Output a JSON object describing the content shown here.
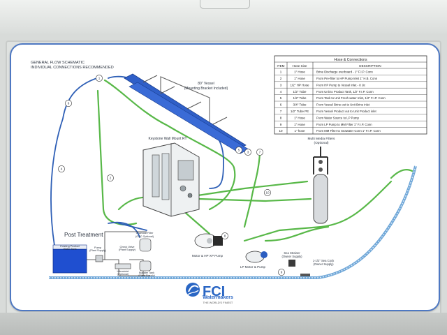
{
  "schematic": {
    "heading_line1": "GENERAL FLOW SCHEMATIC",
    "heading_line2": "INDIVIDUAL CONNECTIONS RECOMMENDED",
    "vessel_label_line1": "80\" Vessel",
    "vessel_label_line2": "(Mounting Bracket Included)",
    "keystone_label": "Keystone Wall Mount RT",
    "media_label_line1": "Multi Media Filters",
    "media_label_line2": "(Optional)",
    "post_treatment": "Post Treatment",
    "product_tank_line1": "Existing Product",
    "product_tank_line2": "Water Tank",
    "pump_label_line1": "Pump",
    "pump_label_line2": "(Plant Supply)",
    "charcoal_line1": "Charcoal Filter",
    "charcoal_line2": "(GAC Optional)",
    "check_valve_line1": "Check Valve",
    "check_valve_line2": "(Plant Supply)",
    "ultraviolet_line1": "Ultraviolet",
    "ultraviolet_line2": "(Optional)",
    "bladder_line1": "Bladder Tank",
    "bladder_line2": "(Plant Supply)",
    "motor_hp": "Motor & HP XP Pump",
    "lp_motor": "LP Motor & Pump",
    "sea_strainer_line1": "Sea Strainer",
    "sea_strainer_line2": "(Owner Supply)",
    "sea_cock_line1": "1-1/2\" Sea Cock",
    "sea_cock_line2": "(Owner Supply)",
    "markers": [
      "1",
      "2",
      "3",
      "4",
      "5",
      "6",
      "7",
      "8",
      "9",
      "10"
    ]
  },
  "hose_table": {
    "title": "Hose & Connections",
    "columns": [
      "ITEM",
      "Hose Size",
      "DESCRIPTION"
    ],
    "rows": [
      [
        "1",
        "1\" Hose",
        "Brine Discharge overboard - 1\" F.I.P. Conn"
      ],
      [
        "2",
        "1\" Hose",
        "From Pre-filter to HP Pump Inlet 1\" H.B. Conn"
      ],
      [
        "3",
        "1/2\" HP Hose",
        "From HP Pump to Vessel Inlet - 8 Jic"
      ],
      [
        "4",
        "1/2\" Tube",
        "From Unit to Product Tank, 1/2\" F.I.P. Conn"
      ],
      [
        "5",
        "1/2\" Tube",
        "From Tank to Unit Fresh water Inlet, 1/2\" F.I.P. Conn"
      ],
      [
        "6",
        "3/4\" Tube",
        "From Vessel Brine out to Unit Brine inlet"
      ],
      [
        "7",
        "1/2\" Tube PE",
        "From Vessel Product out to Unit Product inlet"
      ],
      [
        "8",
        "1\" Hose",
        "From Water Source to LP Pump"
      ],
      [
        "9",
        "1\" Hose",
        "From LP Pump to MM Filter 1\" F.I.P. Conn"
      ],
      [
        "10",
        "1\" hose",
        "From MM Filter to Seawater Conn 1\" F.I.P. Conn"
      ]
    ]
  },
  "brand": {
    "logo_text": "FCI",
    "name": "Watermakers",
    "tagline": "THE WORLD'S FINEST"
  },
  "colors": {
    "border_blue": "#4e78c2",
    "line_green": "#58b848",
    "line_blue": "#2e5fb6",
    "vessel_blue": "#2f5fc8",
    "tank_blue": "#1f4fd0"
  }
}
